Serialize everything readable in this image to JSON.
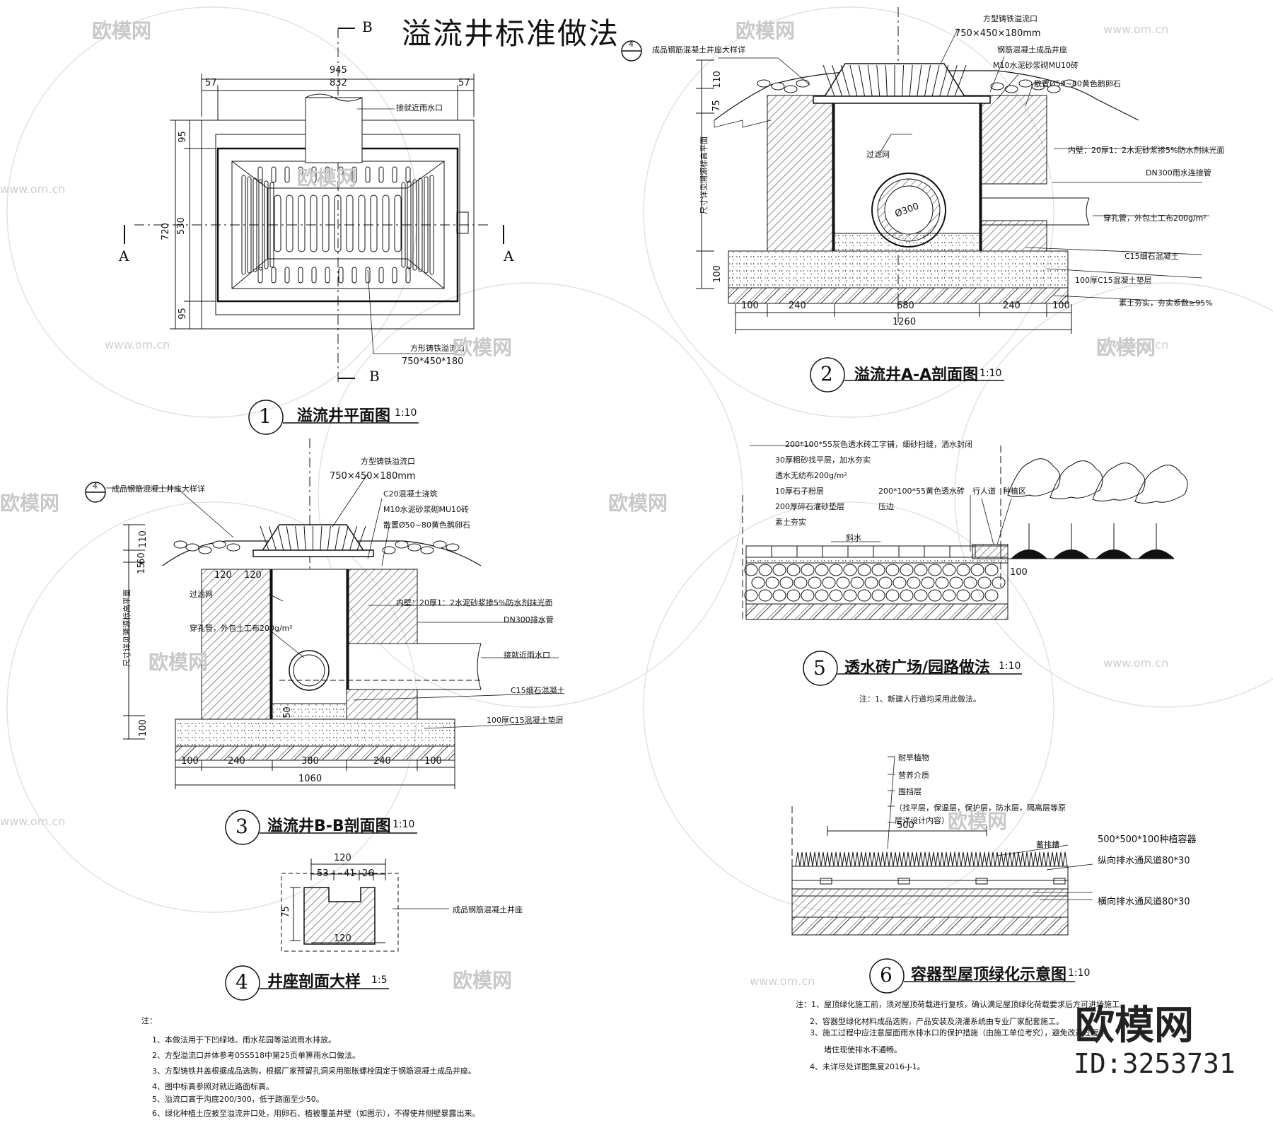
{
  "sheet_title": "溢流井标准做法",
  "section_marks": {
    "b_top": "B",
    "b_bottom": "B",
    "a_left": "A",
    "a_right": "A"
  },
  "d1": {
    "num": "1",
    "caption": "溢流井平面图",
    "scale": "1:10",
    "dims": {
      "total_w": "945",
      "inner_w": "832",
      "margin_l": "57",
      "margin_r": "57",
      "total_h": "720",
      "inner_h": "530",
      "margin_t": "95",
      "margin_b": "95"
    },
    "labels": {
      "inlet": "接就近雨水口",
      "grate": "方形铸铁溢流口",
      "grate_size": "750*450*180"
    }
  },
  "d2": {
    "num": "2",
    "caption": "溢流井A-A剖面图",
    "scale": "1:10",
    "ref_num": "4",
    "ref_label": "成品钢筋混凝土井座大样详",
    "labels": [
      "方型铸铁溢流口",
      "750×450×180mm",
      "钢筋混凝土成品井座",
      "M10水泥砂浆砌MU10砖",
      "散置Ø50~80黄色鹅卵石",
      "内壁：20厚1：2水泥砂浆掺5%防水剂抹光面",
      "DN300雨水连接管",
      "穿孔管，外包土工布200g/m²",
      "C15细石混凝土",
      "100厚C15混凝土垫层",
      "素土夯实，夯实系数≥95%"
    ],
    "filter": "过滤网",
    "pipe": "Ø300",
    "side_note": "尺寸详见溯源标高平面",
    "vdims": [
      "110",
      "75",
      "100"
    ],
    "hdims": [
      "100",
      "240",
      "680",
      "240",
      "100"
    ],
    "total": "1260"
  },
  "d3": {
    "num": "3",
    "caption": "溢流井B-B剖面图",
    "scale": "1:10",
    "ref_num": "4",
    "ref_label": "成品钢筋混凝土井座大样详",
    "labels": [
      "方型铸铁溢流口",
      "750×450×180mm",
      "C20混凝土浇筑",
      "M10水泥砂浆砌MU10砖",
      "散置Ø50~80黄色鹅卵石",
      "内壁：20厚1：2水泥砂浆掺5%防水剂抹光面",
      "DN300排水管",
      "接就近雨水口",
      "C15细石混凝土",
      "100厚C15混凝土垫层"
    ],
    "filter": "过滤网",
    "perf": "穿孔管，外包土工布200g/m²",
    "side_note": "尺寸详见溯源标高平面",
    "vdims": [
      "110",
      "60",
      "15",
      "100"
    ],
    "inner": [
      "120",
      "120"
    ],
    "small": "50",
    "hdims": [
      "100",
      "240",
      "380",
      "240",
      "100"
    ],
    "total": "1060"
  },
  "d4": {
    "num": "4",
    "caption": "井座剖面大样",
    "scale": "1:5",
    "dims": {
      "top": "120",
      "a": "53",
      "b": "41",
      "c": "26",
      "h": "75",
      "bottom": "120"
    },
    "label": "成品钢筋混凝土井座"
  },
  "d5": {
    "num": "5",
    "caption": "透水砖广场/园路做法",
    "scale": "1:10",
    "layers": [
      "200*100*55灰色透水砖工字铺，细砂扫缝，洒水封闭",
      "30厚粗砂找平层，加水夯实",
      "透水无纺布200g/m²",
      "10厚石子粉层",
      "200厚碎石灌砂垫层",
      "素土夯实"
    ],
    "edge": "200*100*55黄色透水砖",
    "edge2": "压边",
    "labels": {
      "walk": "行人道",
      "plant": "种植区",
      "slope": "斜水",
      "dim": "100"
    },
    "note": "注：1、新建人行道均采用此做法。"
  },
  "d6": {
    "num": "6",
    "caption": "容器型屋顶绿化示意图",
    "scale": "1:10",
    "labels": [
      "耐旱植物",
      "营养介质",
      "围挡层",
      "（找平层，保温层，保护层，防水层，隔离层等原",
      "层详设计内容）"
    ],
    "width": "500",
    "right": [
      "蓄排槽",
      "500*500*100种植容器",
      "纵向排水通风道80*30",
      "横向排水通风道80*30"
    ],
    "notes": [
      "注：1、屋顶绿化施工前，须对屋顶荷载进行复核，确认满足屋顶绿化荷载要求后方可进场施工。",
      "2、容器型绿化材料成品选购，产品安装及浇灌系统由专业厂家配套施工。",
      "3、施工过程中应注意屋面雨水排水口的保护措施（由施工单位考究），避免改造过程中",
      "堵住现使排水不通畅。",
      "4、未详尽处详图集夏2016-J-1。"
    ]
  },
  "general_notes": {
    "head": "注：",
    "items": [
      "1、本做法用于下凹绿地、雨水花园等溢流雨水排放。",
      "2、方型溢流口井体参考05S518中第25页单箅雨水口做法。",
      "3、方型铸铁井盖根据成品选购，根据厂家预留孔洞采用膨胀螺栓固定于钢筋混凝土成品井座。",
      "4、图中标高参照对就近路面标高。",
      "5、溢流口高于沟底200/300，低于路面至少50。",
      "6、绿化种植土应披至溢流井口处，用卵石、植被覆盖井壁（如图示），不得使井侧壁暴露出来。"
    ]
  },
  "watermarks": {
    "brand": "欧模网",
    "site": "www.om.cn"
  },
  "brand_block": {
    "name": "欧模网",
    "id": "ID:3253731"
  }
}
